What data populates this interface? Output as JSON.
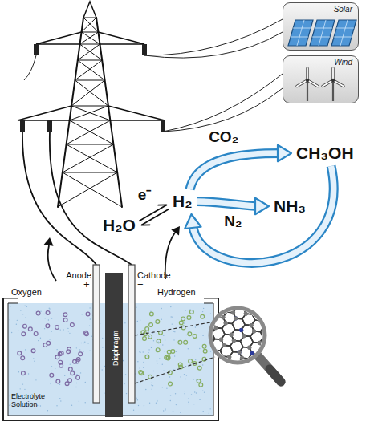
{
  "diagram": {
    "nodes": [
      {
        "text": [
          "Solar"
        ]
      },
      {
        "text": [
          "Wind"
        ]
      },
      {
        "text": [
          "H₂O"
        ]
      },
      {
        "text": [
          "H₂"
        ]
      },
      {
        "text": [
          "CH₃OH"
        ]
      },
      {
        "text": [
          "NH₃"
        ]
      }
    ],
    "edges": [
      {
        "from": 2,
        "to": 3,
        "arrow": "both",
        "label": "e⁻"
      },
      {
        "from": 3,
        "to": 4,
        "arrow": "to",
        "label": "CO₂"
      },
      {
        "from": 3,
        "to": 5,
        "arrow": "to",
        "label": "N₂"
      },
      {
        "from": 4,
        "to": 3,
        "arrow": "to"
      }
    ],
    "labels": [
      "Anode",
      "+",
      "Cathode",
      "−",
      "Oxygen",
      "Hydrogen",
      "Diaphragm",
      "Electrolyte Solution"
    ]
  }
}
